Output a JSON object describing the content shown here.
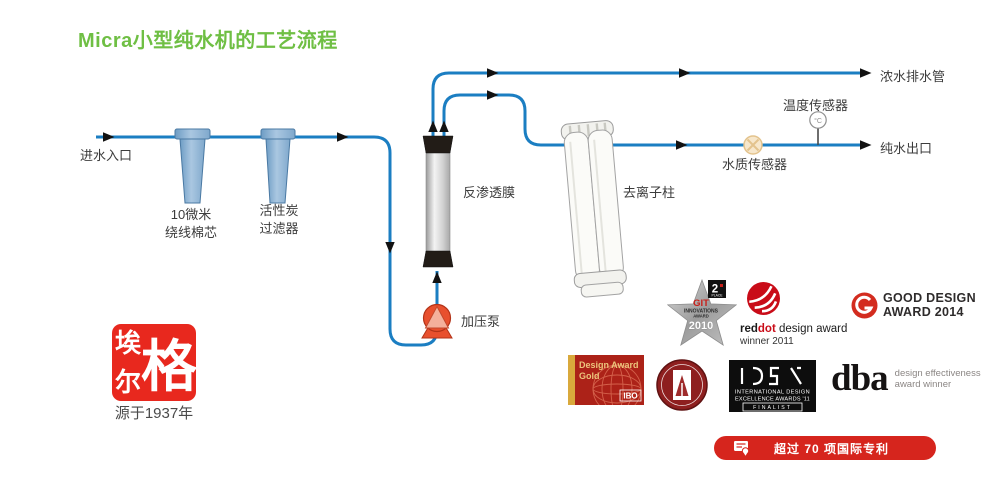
{
  "title": "Micra小型纯水机的工艺流程",
  "flow": {
    "inlet": "进水入口",
    "filter1_line1": "10微米",
    "filter1_line2": "绕线棉芯",
    "filter2_line1": "活性炭",
    "filter2_line2": "过滤器",
    "membrane": "反渗透膜",
    "pump": "加压泵",
    "di_column": "去离子柱",
    "drain_outlet": "浓水排水管",
    "pure_outlet": "纯水出口",
    "temp_sensor": "温度传感器",
    "temp_sensor_unit": "°C",
    "quality_sensor": "水质传感器"
  },
  "brand": {
    "seal_char_top_left": "埃",
    "seal_char_bottom_left": "尔",
    "seal_char_right": "格",
    "tagline": "源于1937年"
  },
  "awards": {
    "git_badge_number": "2",
    "git_badge_label": "PLACE",
    "git_name": "GIT",
    "git_line1": "INNOVATIONS",
    "git_line2": "AWARD",
    "git_year": "2010",
    "reddot_part1": "red",
    "reddot_part2": "dot",
    "reddot_part3": " design award",
    "reddot_winner": "winner 2011",
    "gooddesign_line1": "GOOD DESIGN",
    "gooddesign_line2": "AWARD 2014",
    "ibo_line1": "Design Award",
    "ibo_line2": "Gold",
    "ibo_name": "IBO",
    "idea_line1": "INTERNATIONAL DESIGN",
    "idea_line2": "EXCELLENCE AWARDS '11",
    "idea_line3": "FINALIST",
    "dba_name": "dba",
    "dba_line1": "design effectiveness",
    "dba_line2": "award winner"
  },
  "banner": {
    "patent_text": "超过 70 项国际专利"
  },
  "colors": {
    "title_green": "#6fbf44",
    "pipe_blue": "#1b7ec2",
    "seal_red": "#e8281e",
    "banner_red": "#d6251d",
    "reddot_red": "#c90c18",
    "gooddesign_red": "#d32c1f",
    "pump_orange": "#e8502e"
  }
}
